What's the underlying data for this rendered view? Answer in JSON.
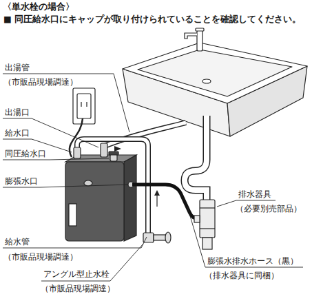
{
  "diagram": {
    "title": "〈単水栓の場合〉",
    "labels": [
      "■ 同圧給水口にキャップが取り付けられていることを確認してください。",
      "出湯管",
      "（市販品現場調達）",
      "出湯口",
      "給水口",
      "同圧給水口",
      "膨張水口",
      "給水管",
      "（市販品現場調達）",
      "アングル型止水栓",
      "（市販品現場調達）",
      "排水器具",
      "（必要別売部品）",
      "膨張水排水ホース（黒）",
      "（排水器具に同梱）"
    ]
  }
}
